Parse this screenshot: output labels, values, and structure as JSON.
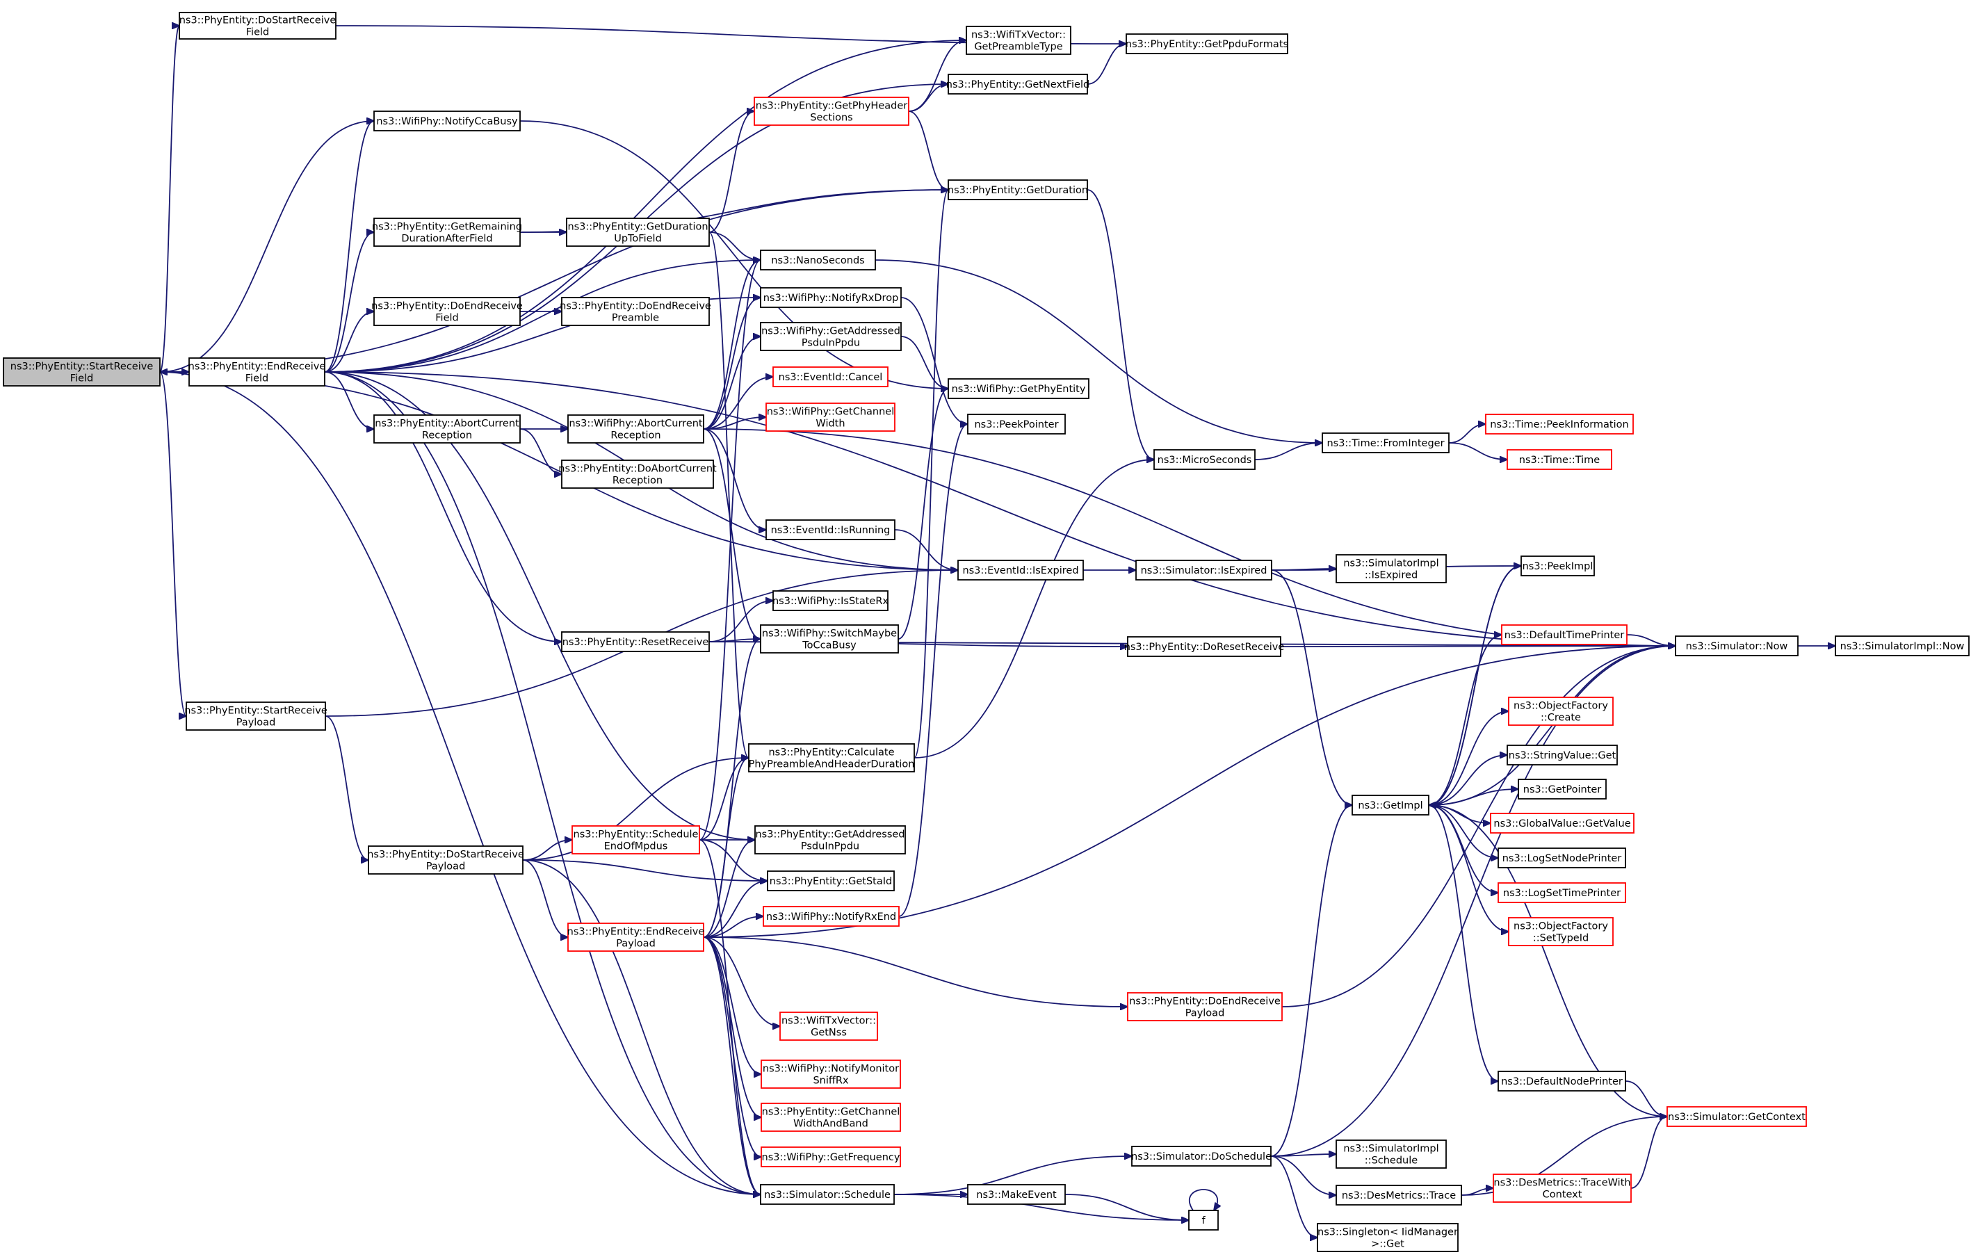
{
  "nodes": [
    {
      "id": "start_rx_field",
      "lines": [
        "ns3::PhyEntity::StartReceive",
        "Field"
      ],
      "style": "root"
    },
    {
      "id": "do_start_rx_field",
      "lines": [
        "ns3::PhyEntity::DoStartReceive",
        "Field"
      ],
      "style": "b"
    },
    {
      "id": "notify_cca_busy",
      "lines": [
        "ns3::WifiPhy::NotifyCcaBusy"
      ],
      "style": "b"
    },
    {
      "id": "get_remaining_dur",
      "lines": [
        "ns3::PhyEntity::GetRemaining",
        "DurationAfterField"
      ],
      "style": "b"
    },
    {
      "id": "do_end_rx_field",
      "lines": [
        "ns3::PhyEntity::DoEndReceive",
        "Field"
      ],
      "style": "b"
    },
    {
      "id": "end_rx_field",
      "lines": [
        "ns3::PhyEntity::EndReceive",
        "Field"
      ],
      "style": "b"
    },
    {
      "id": "abort_current_rx",
      "lines": [
        "ns3::PhyEntity::AbortCurrent",
        "Reception"
      ],
      "style": "b"
    },
    {
      "id": "start_rx_payload",
      "lines": [
        "ns3::PhyEntity::StartReceive",
        "Payload"
      ],
      "style": "b"
    },
    {
      "id": "do_start_rx_payload",
      "lines": [
        "ns3::PhyEntity::DoStartReceive",
        "Payload"
      ],
      "style": "b"
    },
    {
      "id": "get_duration_upto",
      "lines": [
        "ns3::PhyEntity::GetDuration",
        "UpToField"
      ],
      "style": "b"
    },
    {
      "id": "do_end_rx_preamble",
      "lines": [
        "ns3::PhyEntity::DoEndReceive",
        "Preamble"
      ],
      "style": "b"
    },
    {
      "id": "wifiphy_abort",
      "lines": [
        "ns3::WifiPhy::AbortCurrent",
        "Reception"
      ],
      "style": "b"
    },
    {
      "id": "do_abort_current",
      "lines": [
        "ns3::PhyEntity::DoAbortCurrent",
        "Reception"
      ],
      "style": "b"
    },
    {
      "id": "reset_receive",
      "lines": [
        "ns3::PhyEntity::ResetReceive"
      ],
      "style": "b"
    },
    {
      "id": "schedule_end_mpdus",
      "lines": [
        "ns3::PhyEntity::Schedule",
        "EndOfMpdus"
      ],
      "style": "r"
    },
    {
      "id": "end_rx_payload",
      "lines": [
        "ns3::PhyEntity::EndReceive",
        "Payload"
      ],
      "style": "r"
    },
    {
      "id": "get_phy_header_sections",
      "lines": [
        "ns3::PhyEntity::GetPhyHeader",
        "Sections"
      ],
      "style": "r"
    },
    {
      "id": "nanoseconds",
      "lines": [
        "ns3::NanoSeconds"
      ],
      "style": "b"
    },
    {
      "id": "notify_rx_drop",
      "lines": [
        "ns3::WifiPhy::NotifyRxDrop"
      ],
      "style": "b"
    },
    {
      "id": "wifiphy_get_addressed",
      "lines": [
        "ns3::WifiPhy::GetAddressed",
        "PsduInPpdu"
      ],
      "style": "b"
    },
    {
      "id": "eventid_cancel",
      "lines": [
        "ns3::EventId::Cancel"
      ],
      "style": "r"
    },
    {
      "id": "get_channel_width",
      "lines": [
        "ns3::WifiPhy::GetChannel",
        "Width"
      ],
      "style": "r"
    },
    {
      "id": "eventid_isrunning",
      "lines": [
        "ns3::EventId::IsRunning"
      ],
      "style": "b"
    },
    {
      "id": "is_state_rx",
      "lines": [
        "ns3::WifiPhy::IsStateRx"
      ],
      "style": "b"
    },
    {
      "id": "switch_maybe_cca",
      "lines": [
        "ns3::WifiPhy::SwitchMaybe",
        "ToCcaBusy"
      ],
      "style": "b"
    },
    {
      "id": "calc_preamble_dur",
      "lines": [
        "ns3::PhyEntity::Calculate",
        "PhyPreambleAndHeaderDuration"
      ],
      "style": "b"
    },
    {
      "id": "phyentity_get_addressed",
      "lines": [
        "ns3::PhyEntity::GetAddressed",
        "PsduInPpdu"
      ],
      "style": "b"
    },
    {
      "id": "get_sta_id",
      "lines": [
        "ns3::PhyEntity::GetStaId"
      ],
      "style": "b"
    },
    {
      "id": "notify_rx_end",
      "lines": [
        "ns3::WifiPhy::NotifyRxEnd"
      ],
      "style": "r"
    },
    {
      "id": "get_nss",
      "lines": [
        "ns3::WifiTxVector::",
        "GetNss"
      ],
      "style": "r"
    },
    {
      "id": "notify_monitor_sniff",
      "lines": [
        "ns3::WifiPhy::NotifyMonitor",
        "SniffRx"
      ],
      "style": "r"
    },
    {
      "id": "get_channel_width_band",
      "lines": [
        "ns3::PhyEntity::GetChannel",
        "WidthAndBand"
      ],
      "style": "r"
    },
    {
      "id": "get_frequency",
      "lines": [
        "ns3::WifiPhy::GetFrequency"
      ],
      "style": "r"
    },
    {
      "id": "sim_schedule",
      "lines": [
        "ns3::Simulator::Schedule"
      ],
      "style": "b"
    },
    {
      "id": "get_preamble_type",
      "lines": [
        "ns3::WifiTxVector::",
        "GetPreambleType"
      ],
      "style": "b"
    },
    {
      "id": "get_next_field",
      "lines": [
        "ns3::PhyEntity::GetNextField"
      ],
      "style": "b"
    },
    {
      "id": "get_duration",
      "lines": [
        "ns3::PhyEntity::GetDuration"
      ],
      "style": "b"
    },
    {
      "id": "get_phy_entity",
      "lines": [
        "ns3::WifiPhy::GetPhyEntity"
      ],
      "style": "b"
    },
    {
      "id": "peek_pointer",
      "lines": [
        "ns3::PeekPointer"
      ],
      "style": "b"
    },
    {
      "id": "eventid_isexpired",
      "lines": [
        "ns3::EventId::IsExpired"
      ],
      "style": "b"
    },
    {
      "id": "do_reset_receive",
      "lines": [
        "ns3::PhyEntity::DoResetReceive"
      ],
      "style": "b"
    },
    {
      "id": "do_end_rx_payload",
      "lines": [
        "ns3::PhyEntity::DoEndReceive",
        "Payload"
      ],
      "style": "r"
    },
    {
      "id": "make_event",
      "lines": [
        "ns3::MakeEvent"
      ],
      "style": "b"
    },
    {
      "id": "sim_do_schedule",
      "lines": [
        "ns3::Simulator::DoSchedule"
      ],
      "style": "b"
    },
    {
      "id": "get_ppdu_formats",
      "lines": [
        "ns3::PhyEntity::GetPpduFormats"
      ],
      "style": "b"
    },
    {
      "id": "microseconds",
      "lines": [
        "ns3::MicroSeconds"
      ],
      "style": "b"
    },
    {
      "id": "time_from_integer",
      "lines": [
        "ns3::Time::FromInteger"
      ],
      "style": "b"
    },
    {
      "id": "sim_is_expired",
      "lines": [
        "ns3::Simulator::IsExpired"
      ],
      "style": "b"
    },
    {
      "id": "f",
      "lines": [
        "f"
      ],
      "style": "b"
    },
    {
      "id": "time_peek_info",
      "lines": [
        "ns3::Time::PeekInformation"
      ],
      "style": "r"
    },
    {
      "id": "time_time",
      "lines": [
        "ns3::Time::Time"
      ],
      "style": "r"
    },
    {
      "id": "simimpl_is_expired",
      "lines": [
        "ns3::SimulatorImpl",
        "::IsExpired"
      ],
      "style": "b"
    },
    {
      "id": "get_impl",
      "lines": [
        "ns3::GetImpl"
      ],
      "style": "b"
    },
    {
      "id": "simimpl_schedule",
      "lines": [
        "ns3::SimulatorImpl",
        "::Schedule"
      ],
      "style": "b"
    },
    {
      "id": "des_metrics_trace",
      "lines": [
        "ns3::DesMetrics::Trace"
      ],
      "style": "b"
    },
    {
      "id": "singleton_get",
      "lines": [
        "ns3::Singleton< IidManager",
        ">::Get"
      ],
      "style": "b"
    },
    {
      "id": "peek_impl",
      "lines": [
        "ns3::PeekImpl"
      ],
      "style": "b"
    },
    {
      "id": "default_time_printer",
      "lines": [
        "ns3::DefaultTimePrinter"
      ],
      "style": "r"
    },
    {
      "id": "object_factory_create",
      "lines": [
        "ns3::ObjectFactory",
        "::Create"
      ],
      "style": "r"
    },
    {
      "id": "string_value_get",
      "lines": [
        "ns3::StringValue::Get"
      ],
      "style": "b"
    },
    {
      "id": "get_pointer",
      "lines": [
        "ns3::GetPointer"
      ],
      "style": "b"
    },
    {
      "id": "global_value_get",
      "lines": [
        "ns3::GlobalValue::GetValue"
      ],
      "style": "r"
    },
    {
      "id": "log_set_node_printer",
      "lines": [
        "ns3::LogSetNodePrinter"
      ],
      "style": "b"
    },
    {
      "id": "log_set_time_printer",
      "lines": [
        "ns3::LogSetTimePrinter"
      ],
      "style": "r"
    },
    {
      "id": "object_factory_set_typeid",
      "lines": [
        "ns3::ObjectFactory",
        "::SetTypeId"
      ],
      "style": "r"
    },
    {
      "id": "default_node_printer",
      "lines": [
        "ns3::DefaultNodePrinter"
      ],
      "style": "b"
    },
    {
      "id": "des_metrics_trace_ctx",
      "lines": [
        "ns3::DesMetrics::TraceWith",
        "Context"
      ],
      "style": "r"
    },
    {
      "id": "sim_get_context",
      "lines": [
        "ns3::Simulator::GetContext"
      ],
      "style": "r"
    },
    {
      "id": "sim_now",
      "lines": [
        "ns3::Simulator::Now"
      ],
      "style": "b"
    },
    {
      "id": "simimpl_now",
      "lines": [
        "ns3::SimulatorImpl::Now"
      ],
      "style": "b"
    }
  ]
}
